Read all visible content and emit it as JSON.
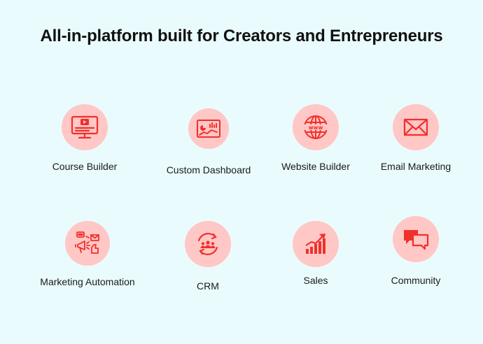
{
  "title": "All-in-platform built for Creators and Entrepreneurs",
  "accent_color": "#f0302b",
  "circle_color": "#ffc7c5",
  "features": [
    {
      "label": "Course Builder",
      "icon": "monitor-video-icon"
    },
    {
      "label": "Custom Dashboard",
      "icon": "dashboard-chart-icon"
    },
    {
      "label": "Website Builder",
      "icon": "globe-www-icon"
    },
    {
      "label": "Email Marketing",
      "icon": "envelope-icon"
    },
    {
      "label": "Marketing Automation",
      "icon": "megaphone-automation-icon"
    },
    {
      "label": "CRM",
      "icon": "people-cycle-icon"
    },
    {
      "label": "Sales",
      "icon": "growth-chart-icon"
    },
    {
      "label": "Community",
      "icon": "chat-bubbles-icon"
    }
  ]
}
